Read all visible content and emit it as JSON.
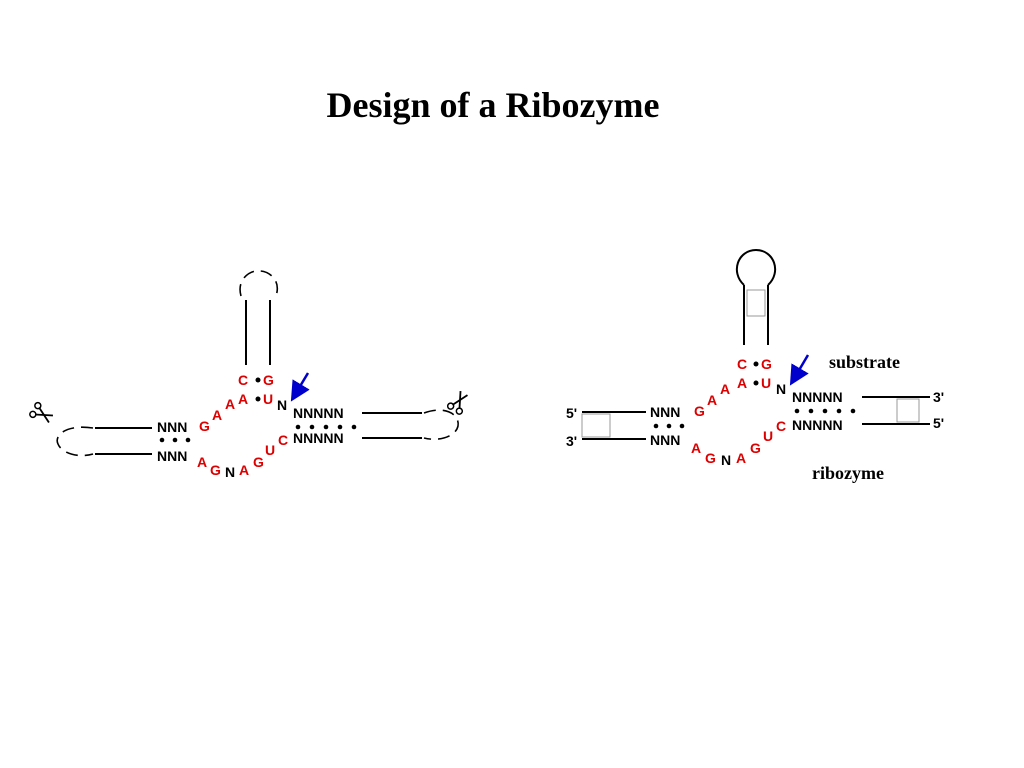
{
  "slide": {
    "title": "Design of a Ribozyme"
  },
  "colors": {
    "conserved": "#dd0000",
    "arrow": "#0000cc",
    "text": "#000000"
  },
  "left": {
    "top_pair_1": [
      "C",
      "G"
    ],
    "top_pair_2": [
      "A",
      "U"
    ],
    "upper_left": "NNN",
    "upper_G": "G",
    "upper_A": "A",
    "cleave_N": "N",
    "upper_right": "NNNNN",
    "lower_left": "NNN",
    "lower_loop": [
      "A",
      "G",
      "N",
      "A",
      "G",
      "U",
      "C"
    ],
    "lower_right": "NNNNN"
  },
  "right": {
    "top_pair_1": [
      "C",
      "G"
    ],
    "top_pair_2": [
      "A",
      "U"
    ],
    "upper_left": "NNN",
    "upper_G": "G",
    "upper_A": "A",
    "cleave_N": "N",
    "upper_right": "NNNNN",
    "lower_left": "NNN",
    "lower_loop": [
      "A",
      "G",
      "N",
      "A",
      "G",
      "U",
      "C"
    ],
    "lower_right": "NNNNN",
    "end_5_left": "5'",
    "end_3_left": "3'",
    "end_3_right": "3'",
    "end_5_right": "5'",
    "label_substrate": "substrate",
    "label_ribozyme": "ribozyme"
  },
  "icons": [
    "scissors-icon",
    "cleavage-arrow-icon"
  ]
}
